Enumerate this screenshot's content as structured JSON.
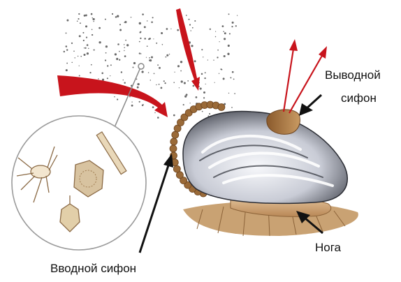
{
  "labels": {
    "outlet_siphon_line1": "Выводной",
    "outlet_siphon_line2": "сифон",
    "inlet_siphon": "Вводной сифон",
    "foot": "Нога"
  },
  "colors": {
    "flow_arrow": "#c8141c",
    "pointer_arrow": "#111111",
    "shell_light": "#eef0f4",
    "shell_dark": "#3a3d46",
    "siphon_fringe": "#9a6a38",
    "foot_tissue": "#d9b28a",
    "substrate": "#b88a5c"
  },
  "icons": {
    "flow_arrows": "red-water-flow-arrows",
    "plankton_inset": "magnified-plankton-circle",
    "pointers": "black-pointer-arrows"
  }
}
